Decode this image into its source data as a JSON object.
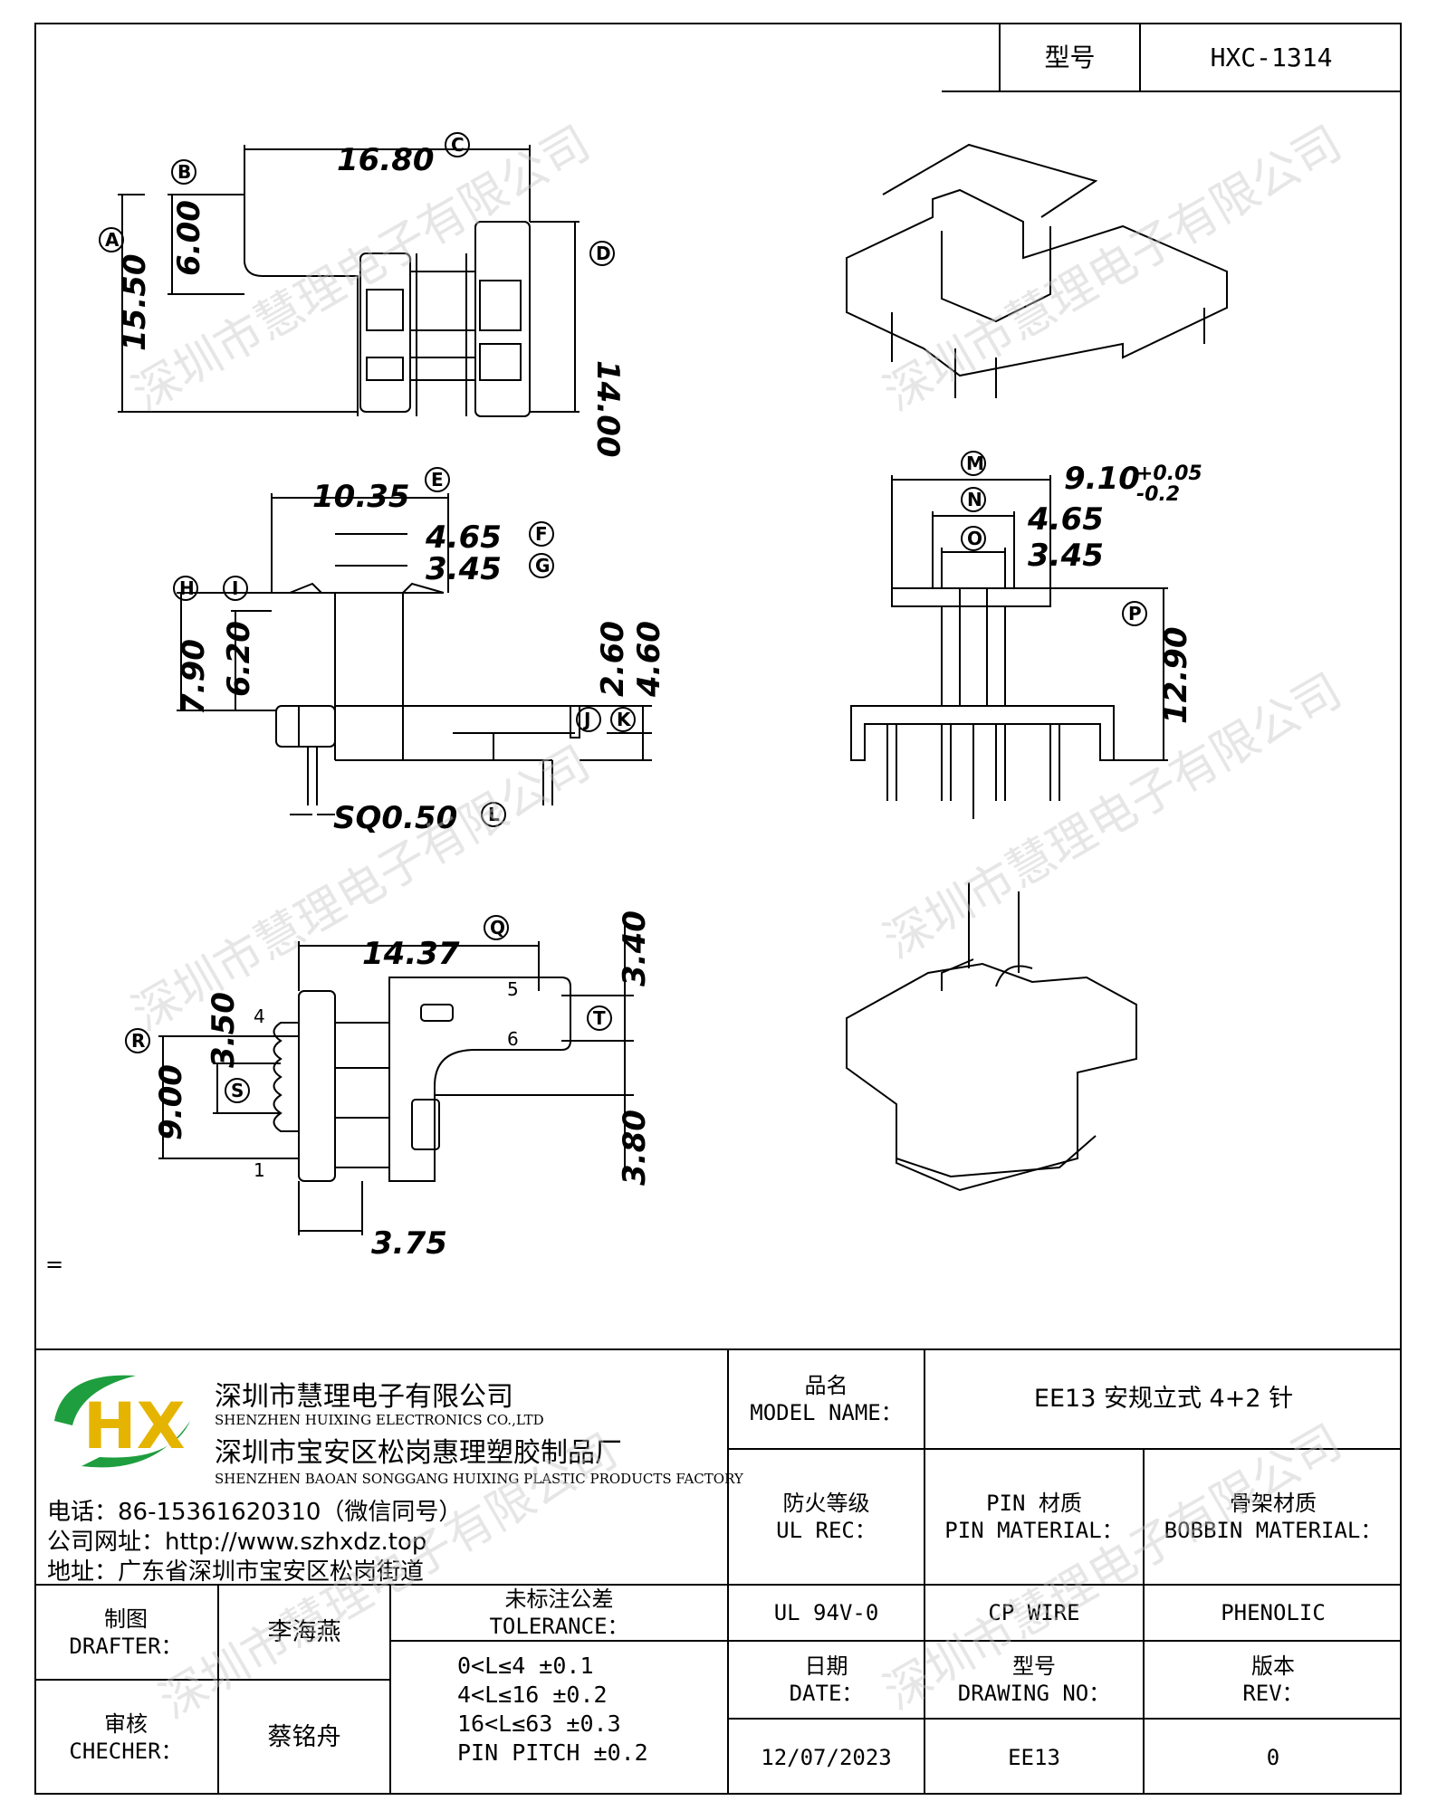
{
  "header": {
    "model_label": "型号",
    "model_value": "HXC-1314"
  },
  "drawing": {
    "side_view": {
      "A": "15.50",
      "B": "6.00",
      "C": "16.80",
      "D": "14.00"
    },
    "front_view": {
      "E": "10.35",
      "F": "4.65",
      "G": "3.45",
      "H": "7.90",
      "I": "6.20",
      "J": "2.60",
      "K": "4.60",
      "L": "SQ0.50"
    },
    "right_view": {
      "M": "9.10",
      "M_tol_plus": "+0.05",
      "M_tol_minus": "-0.2",
      "N": "4.65",
      "O": "3.45",
      "P": "12.90"
    },
    "bottom_view": {
      "Q": "14.37",
      "R": "9.00",
      "S": "3.50",
      "T": "3.40",
      "U": "3.80",
      "V": "3.75",
      "pins": [
        "4",
        "1",
        "5",
        "6"
      ]
    },
    "letters": [
      "A",
      "B",
      "C",
      "D",
      "E",
      "F",
      "G",
      "H",
      "I",
      "J",
      "K",
      "L",
      "M",
      "N",
      "O",
      "P",
      "Q",
      "R",
      "S",
      "T"
    ],
    "note": "="
  },
  "watermark": "深圳市慧理电子有限公司",
  "company": {
    "logo": "HX",
    "name_cn": "深圳市慧理电子有限公司",
    "name_en": "SHENZHEN HUIXING ELECTRONICS CO.,LTD",
    "factory_cn": "深圳市宝安区松岗惠理塑胶制品厂",
    "factory_en": "SHENZHEN BAOAN SONGGANG HUIXING PLASTIC PRODUCTS FACTORY",
    "phone": "电话：86-15361620310（微信同号）",
    "web": "公司网址：http://www.szhxdz.top",
    "address": "地址：广东省深圳市宝安区松岗街道"
  },
  "title_block": {
    "model_name_cn": "品名",
    "model_name_en": "MODEL NAME：",
    "model_name_value": "EE13 安规立式 4+2 针",
    "ul_cn": "防火等级",
    "ul_en": "UL REC：",
    "ul_value": "UL 94V-0",
    "pin_cn": "PIN 材质",
    "pin_en": "PIN MATERIAL：",
    "pin_value": "CP WIRE",
    "bobbin_cn": "骨架材质",
    "bobbin_en": "BOBBIN MATERIAL：",
    "bobbin_value": "PHENOLIC",
    "drafter_cn": "制图",
    "drafter_en": "DRAFTER：",
    "drafter_name": "李海燕",
    "checker_cn": "审核",
    "checker_en": "CHECHER：",
    "checker_name": "蔡铭舟",
    "tol_cn": "未标注公差",
    "tol_en": "TOLERANCE：",
    "tol_lines": [
      "0<L≤4   ±0.1",
      "4<L≤16  ±0.2",
      "16<L≤63 ±0.3",
      "PIN PITCH ±0.2"
    ],
    "date_cn": "日期",
    "date_en": "DATE：",
    "date_value": "12/07/2023",
    "drawing_no_cn": "型号",
    "drawing_no_en": "DRAWING NO：",
    "drawing_no_value": "EE13",
    "rev_cn": "版本",
    "rev_en": "REV：",
    "rev_value": "0"
  }
}
